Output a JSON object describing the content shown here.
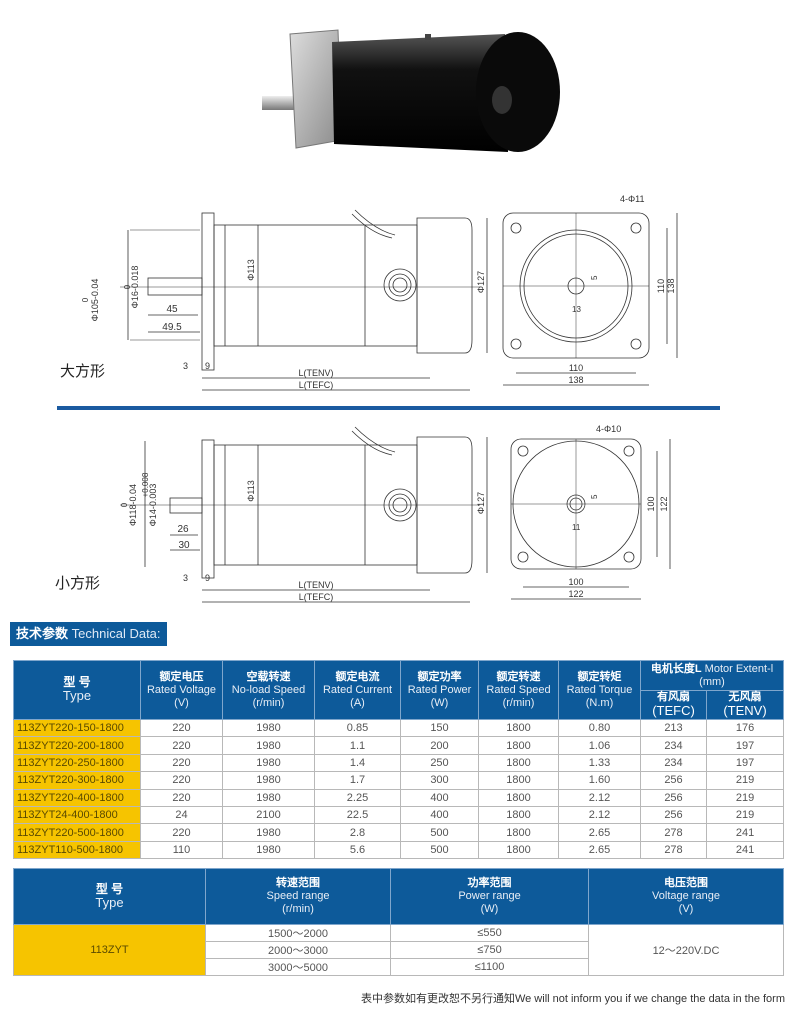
{
  "drawings": {
    "large": {
      "label": "大方形",
      "flange_dia": "Φ105-0.04",
      "flange_tol": "0",
      "shaft_dia": "Φ16-0.018",
      "shaft_tol": "0",
      "shaft_len_1": "45",
      "shaft_len_2": "49.5",
      "body_dia": "Φ113",
      "cap_dia": "Φ127",
      "dim_3": "3",
      "dim_9": "9",
      "len_tenv": "L(TENV)",
      "len_tefc": "L(TEFC)",
      "holes": "4-Φ11",
      "hole_pitch": "110",
      "square": "138",
      "key_w": "5",
      "key_d": "13"
    },
    "small": {
      "label": "小方形",
      "flange_dia": "Φ118-0.04",
      "flange_tol": "0",
      "shaft_dia": "Φ14-0.003",
      "shaft_tol": "+0.008",
      "shaft_len_1": "26",
      "shaft_len_2": "30",
      "body_dia": "Φ113",
      "cap_dia": "Φ127",
      "dim_3": "3",
      "dim_9": "9",
      "len_tenv": "L(TENV)",
      "len_tefc": "L(TEFC)",
      "holes": "4-Φ10",
      "hole_pitch": "100",
      "square": "122",
      "key_w": "5",
      "key_d": "11"
    }
  },
  "tech": {
    "title_cn": "技术参数",
    "title_en": "Technical Data:"
  },
  "table1": {
    "headers": {
      "type_cn": "型  号",
      "type_en": "Type",
      "voltage_cn": "额定电压",
      "voltage_en": "Rated Voltage",
      "voltage_unit": "(V)",
      "noload_cn": "空载转速",
      "noload_en": "No-load Speed",
      "noload_unit": "(r/min)",
      "current_cn": "额定电流",
      "current_en": "Rated Current",
      "current_unit": "(A)",
      "power_cn": "额定功率",
      "power_en": "Rated Power",
      "power_unit": "(W)",
      "speed_cn": "额定转速",
      "speed_en": "Rated Speed",
      "speed_unit": "(r/min)",
      "torque_cn": "额定转矩",
      "torque_en": "Rated Torque",
      "torque_unit": "(N.m)",
      "length_cn": "电机长度L",
      "length_en": "Motor Extent-l",
      "length_unit": "(mm)",
      "tefc_cn": "有风扇",
      "tefc_en": "(TEFC)",
      "tenv_cn": "无风扇",
      "tenv_en": "(TENV)"
    },
    "rows": [
      [
        "113ZYT220-150-1800",
        "220",
        "1980",
        "0.85",
        "150",
        "1800",
        "0.80",
        "213",
        "176"
      ],
      [
        "113ZYT220-200-1800",
        "220",
        "1980",
        "1.1",
        "200",
        "1800",
        "1.06",
        "234",
        "197"
      ],
      [
        "113ZYT220-250-1800",
        "220",
        "1980",
        "1.4",
        "250",
        "1800",
        "1.33",
        "234",
        "197"
      ],
      [
        "113ZYT220-300-1800",
        "220",
        "1980",
        "1.7",
        "300",
        "1800",
        "1.60",
        "256",
        "219"
      ],
      [
        "113ZYT220-400-1800",
        "220",
        "1980",
        "2.25",
        "400",
        "1800",
        "2.12",
        "256",
        "219"
      ],
      [
        "113ZYT24-400-1800",
        "24",
        "2100",
        "22.5",
        "400",
        "1800",
        "2.12",
        "256",
        "219"
      ],
      [
        "113ZYT220-500-1800",
        "220",
        "1980",
        "2.8",
        "500",
        "1800",
        "2.65",
        "278",
        "241"
      ],
      [
        "113ZYT110-500-1800",
        "110",
        "1980",
        "5.6",
        "500",
        "1800",
        "2.65",
        "278",
        "241"
      ]
    ]
  },
  "table2": {
    "headers": {
      "type_cn": "型  号",
      "type_en": "Type",
      "speed_cn": "转速范围",
      "speed_en": "Speed range",
      "speed_unit": "(r/min)",
      "power_cn": "功率范围",
      "power_en": "Power range",
      "power_unit": "(W)",
      "voltage_cn": "电压范围",
      "voltage_en": "Voltage range",
      "voltage_unit": "(V)"
    },
    "type": "113ZYT",
    "voltage": "12～220V.DC",
    "rows": [
      {
        "speed": "1500～2000",
        "power": "≤550"
      },
      {
        "speed": "2000～3000",
        "power": "≤750"
      },
      {
        "speed": "3000～5000",
        "power": "≤1100"
      }
    ]
  },
  "footer": "表中参数如有更改恕不另行通知We will not inform you if we change the data in the form"
}
